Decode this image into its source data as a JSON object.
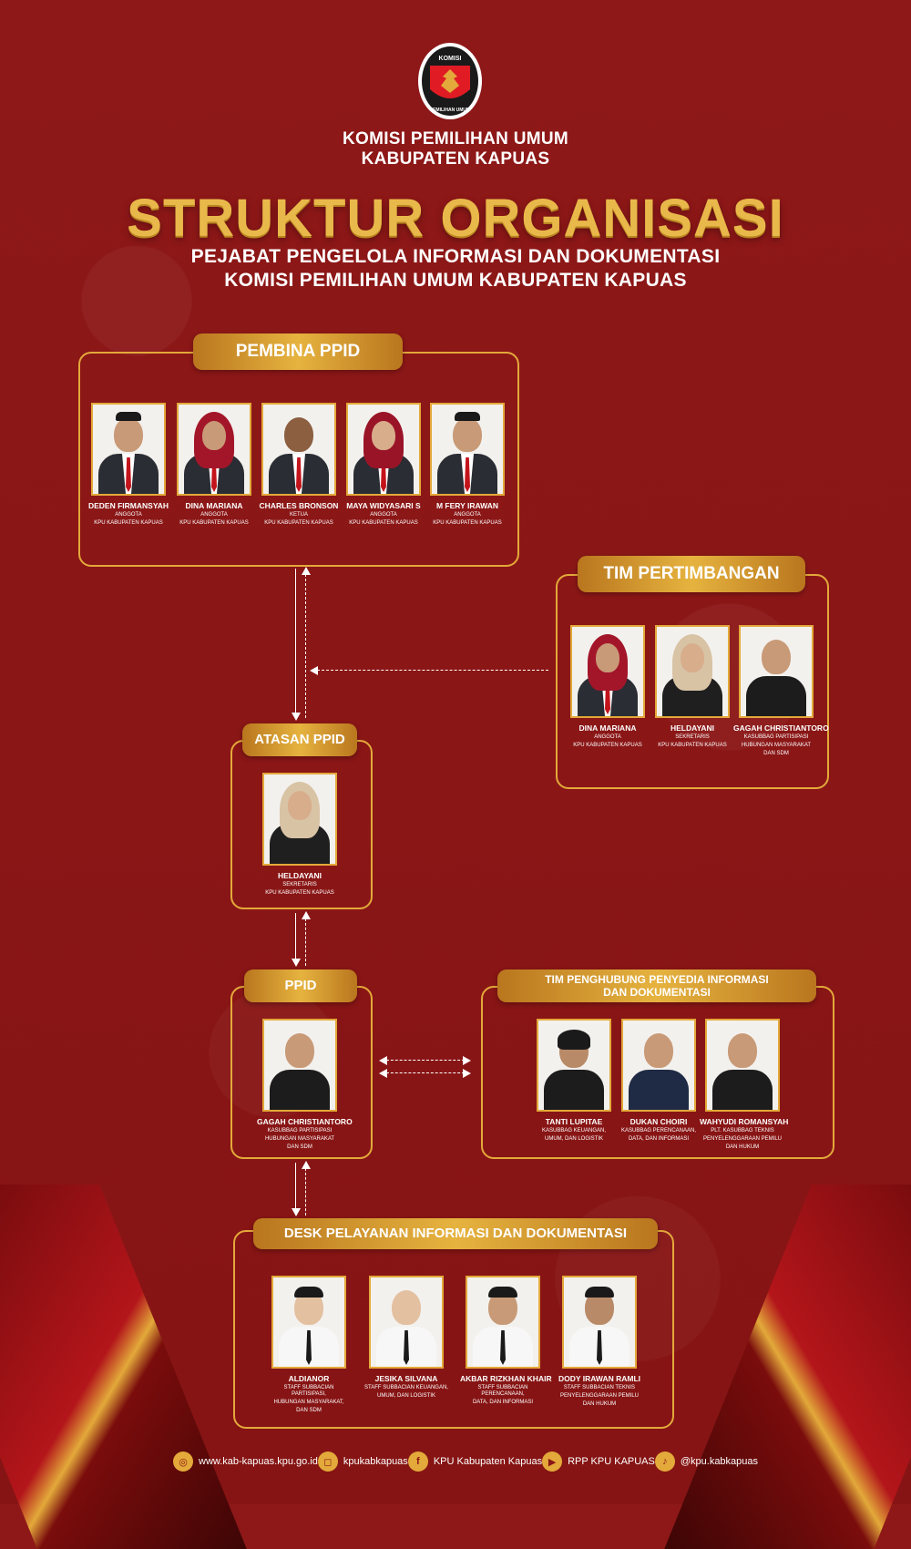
{
  "header": {
    "logo_top": "KOMISI",
    "logo_bottom": "PEMILIHAN UMUM",
    "org_line1": "KOMISI PEMILIHAN UMUM",
    "org_line2": "KABUPATEN KAPUAS",
    "title": "STRUKTUR ORGANISASI",
    "subtitle1": "PEJABAT PENGELOLA INFORMASI DAN DOKUMENTASI",
    "subtitle2": "KOMISI PEMILIHAN UMUM KABUPATEN KAPUAS"
  },
  "pembina": {
    "label": "PEMBINA PPID",
    "members": [
      {
        "name": "DEDEN FIRMANSYAH",
        "role1": "ANGGOTA",
        "role2": "KPU KABUPATEN KAPUAS"
      },
      {
        "name": "DINA MARIANA",
        "role1": "ANGGOTA",
        "role2": "KPU KABUPATEN KAPUAS"
      },
      {
        "name": "CHARLES BRONSON",
        "role1": "KETUA",
        "role2": "KPU KABUPATEN KAPUAS"
      },
      {
        "name": "MAYA WIDYASARI S",
        "role1": "ANGGOTA",
        "role2": "KPU KABUPATEN KAPUAS"
      },
      {
        "name": "M FERY IRAWAN",
        "role1": "ANGGOTA",
        "role2": "KPU KABUPATEN KAPUAS"
      }
    ]
  },
  "pertimbangan": {
    "label": "TIM PERTIMBANGAN",
    "members": [
      {
        "name": "DINA MARIANA",
        "role1": "ANGGOTA",
        "role2": "KPU KABUPATEN KAPUAS",
        "role3": ""
      },
      {
        "name": "HELDAYANI",
        "role1": "SEKRETARIS",
        "role2": "KPU KABUPATEN KAPUAS",
        "role3": ""
      },
      {
        "name": "GAGAH CHRISTIANTORO",
        "role1": "KASUBBAG PARTISIPASI",
        "role2": "HUBUNGAN MASYARAKAT",
        "role3": "DAN SDM"
      }
    ]
  },
  "atasan": {
    "label": "ATASAN PPID",
    "member": {
      "name": "HELDAYANI",
      "role1": "SEKRETARIS",
      "role2": "KPU KABUPATEN KAPUAS"
    }
  },
  "ppid": {
    "label": "PPID",
    "member": {
      "name": "GAGAH CHRISTIANTORO",
      "role1": "KASUBBAG PARTISIPASI",
      "role2": "HUBUNGAN MASYARAKAT",
      "role3": "DAN SDM"
    }
  },
  "penghubung": {
    "label1": "TIM PENGHUBUNG PENYEDIA INFORMASI",
    "label2": "DAN DOKUMENTASI",
    "members": [
      {
        "name": "TANTI LUPITAE",
        "role1": "KASUBBAG KEUANGAN,",
        "role2": "UMUM, DAN LOGISTIK",
        "role3": ""
      },
      {
        "name": "DUKAN CHOIRI",
        "role1": "KASUBBAG PERENCANAAN,",
        "role2": "DATA, DAN INFORMASI",
        "role3": ""
      },
      {
        "name": "WAHYUDI ROMANSYAH",
        "role1": "PLT. KASUBBAG TEKNIS",
        "role2": "PENYELENGGARAAN PEMILU",
        "role3": "DAN HUKUM"
      }
    ]
  },
  "desk": {
    "label": "DESK PELAYANAN INFORMASI DAN DOKUMENTASI",
    "members": [
      {
        "name": "ALDIANOR",
        "role1": "STAFF SUBBACIAN PARTISIPASI,",
        "role2": "HUBUNGAN MASYARAKAT,",
        "role3": "DAN SDM"
      },
      {
        "name": "JESIKA SILVANA",
        "role1": "STAFF SUBBACIAN KEUANGAN,",
        "role2": "UMUM, DAN LOGISTIK",
        "role3": ""
      },
      {
        "name": "AKBAR RIZKHAN KHAIR",
        "role1": "STAFF SUBBACIAN PERENCANAAN,",
        "role2": "DATA, DAN INFORMASI",
        "role3": ""
      },
      {
        "name": "DODY IRAWAN RAMLI",
        "role1": "STAFF SUBBACIAN TEKNIS",
        "role2": "PENYELENGGARAAN PEMILU",
        "role3": "DAN HUKUM"
      }
    ]
  },
  "footer": {
    "website": "www.kab-kapuas.kpu.go.id",
    "instagram": "kpukabkapuas",
    "facebook": "KPU Kabupaten Kapuas",
    "youtube": "RPP KPU KAPUAS",
    "tiktok": "@kpu.kabkapuas",
    "icons": [
      "globe-icon",
      "instagram-icon",
      "facebook-icon",
      "youtube-icon",
      "tiktok-icon"
    ]
  },
  "colors": {
    "background": "#8a1616",
    "gold": "#e3a93a",
    "title_gold": "#e9b84a"
  }
}
